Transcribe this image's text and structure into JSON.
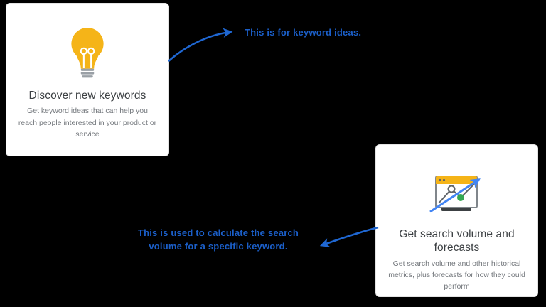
{
  "cards": {
    "discover": {
      "title": "Discover new keywords",
      "description": "Get keyword ideas that can help you reach people interested in your product or service",
      "icon": "lightbulb-icon"
    },
    "forecast": {
      "title": "Get search volume and forecasts",
      "description": "Get search volume and other historical metrics, plus forecasts for how they could perform",
      "icon": "chart-forecast-icon"
    }
  },
  "annotations": {
    "keyword_ideas": {
      "text": "This is for keyword ideas.",
      "arrow": "curved-arrow-pointing-right-from-discover-card"
    },
    "search_volume": {
      "text": "This is used to calculate the search volume for a specific keyword.",
      "arrow": "curved-arrow-pointing-left-from-forecast-card"
    }
  },
  "colors": {
    "background": "#000000",
    "card_background": "#ffffff",
    "title_text": "#3c4043",
    "description_text": "#73777c",
    "annotation_blue": "#1b5fc9",
    "arrow_blue": "#1f67d2",
    "icon_yellow": "#f5b418",
    "icon_green": "#34a853",
    "icon_gray": "#5f6368"
  }
}
